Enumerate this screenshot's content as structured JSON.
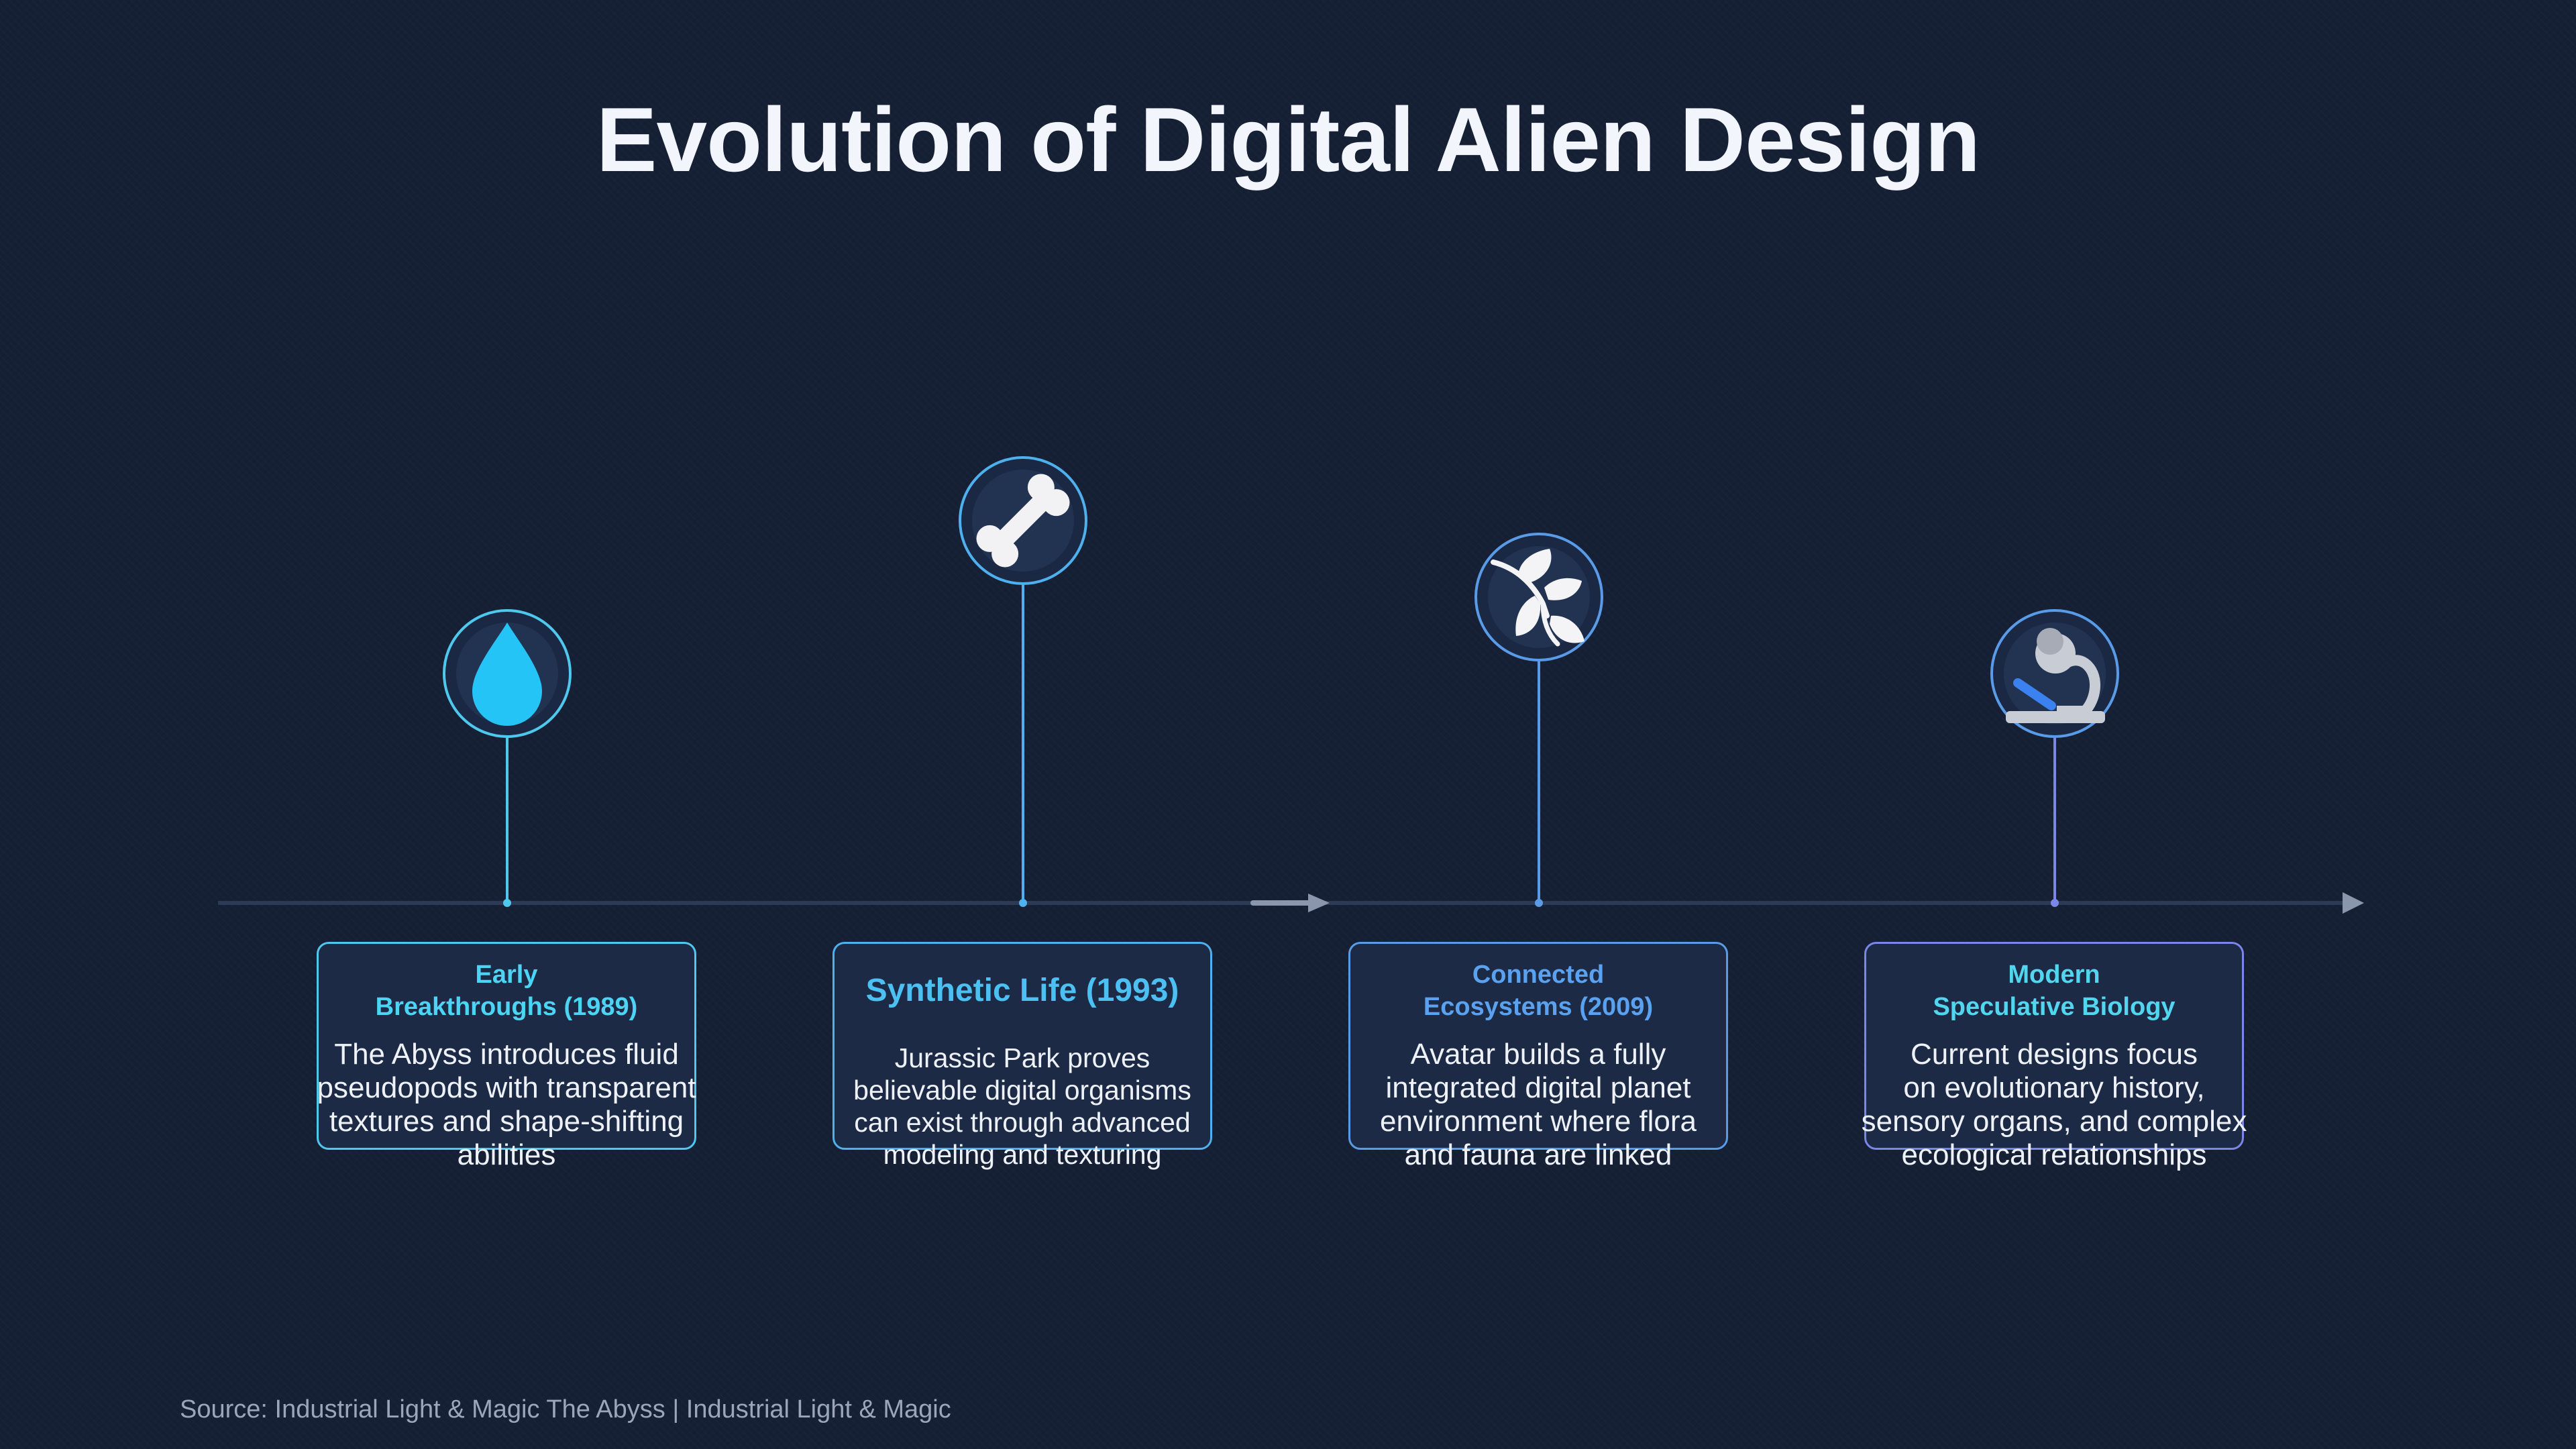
{
  "title": "Evolution of Digital Alien Design",
  "colors": {
    "background": "#162035",
    "axis": "#2c3a55",
    "cyan": "#4fc8ee",
    "blue": "#5a9be8",
    "violet": "#7a86e8",
    "card_fill": "#1c2a45"
  },
  "events": [
    {
      "heading": "Early\nBreakthroughs (1989)",
      "body": "The Abyss introduces fluid\npseudopods with transparent\ntextures and shape-shifting\nabilities",
      "icon": "water-drop-icon"
    },
    {
      "heading": "Synthetic Life (1993)",
      "body": "Jurassic Park proves\nbelievable digital organisms\ncan exist through advanced\nmodeling and texturing",
      "icon": "bone-icon"
    },
    {
      "heading": "Connected\nEcosystems (2009)",
      "body": "Avatar builds a fully\nintegrated digital planet\nenvironment where flora\nand fauna are linked",
      "icon": "leaves-icon"
    },
    {
      "heading": "Modern\nSpeculative Biology",
      "body": "Current designs focus\non evolutionary history,\nsensory organs, and complex\necological relationships",
      "icon": "microscope-icon"
    }
  ],
  "source": "Source: Industrial Light & Magic The Abyss | Industrial Light & Magic"
}
